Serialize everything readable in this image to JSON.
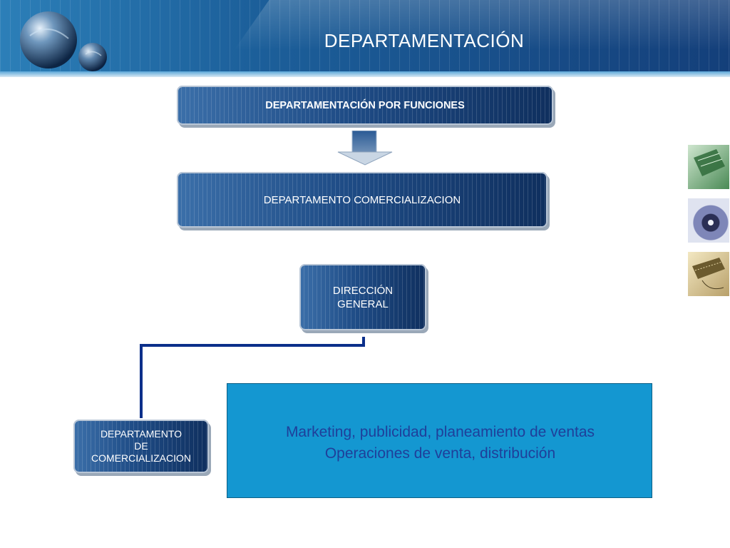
{
  "header": {
    "title": "DEPARTAMENTACIÓN"
  },
  "diagram": {
    "top_box": "DEPARTAMENTACIÓN POR FUNCIONES",
    "second_box": "DEPARTAMENTO COMERCIALIZACION",
    "direction_box": {
      "line1": "DIRECCIÓN",
      "line2": "GENERAL"
    },
    "dept_box": {
      "line1": "DEPARTAMENTO",
      "line2": "DE",
      "line3": "COMERCIALIZACION"
    },
    "info_panel": {
      "line1": "Marketing, publicidad, planeamiento de ventas",
      "line2": "Operaciones de venta, distribución"
    }
  },
  "colors": {
    "header_blue": "#1c5f9a",
    "box_dark_blue": "#0f2f5e",
    "connector_blue": "#0b2f8a",
    "panel_cyan": "#1497d1",
    "panel_text": "#1f3f9a"
  },
  "icons": {
    "logo": "sphere-logo-icon",
    "arrow": "down-arrow-icon",
    "thumbnails": [
      "circuit-board-thumbnail",
      "compact-disc-thumbnail",
      "microchip-thumbnail"
    ]
  }
}
